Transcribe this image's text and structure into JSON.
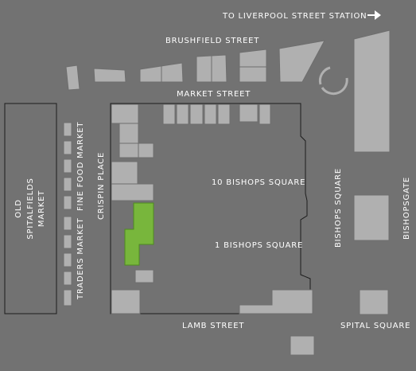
{
  "colors": {
    "background": "#727272",
    "building": "#b0b0b0",
    "highlight": "#78b63c",
    "label": "#ffffff"
  },
  "map": {
    "direction": {
      "text": "TO LIVERPOOL STREET STATION",
      "icon": "arrow-right-icon"
    },
    "streets": {
      "brushfield": "BRUSHFIELD STREET",
      "market": "MARKET STREET",
      "lamb": "LAMB STREET",
      "spital_square": "SPITAL SQUARE",
      "crispin_place": "CRISPIN PLACE",
      "bishops_square": "BISHOPS SQUARE",
      "bishopsgate": "BISHOPSGATE",
      "fine_food_market": "FINE FOOD MARKET",
      "traders_market": "TRADERS MARKET"
    },
    "buildings": {
      "ten_bishops_square": "10 BISHOPS SQUARE",
      "one_bishops_square": "1 BISHOPS SQUARE",
      "old_spitalfields_market": [
        "OLD",
        "SPITALFIELDS",
        "MARKET"
      ]
    }
  }
}
